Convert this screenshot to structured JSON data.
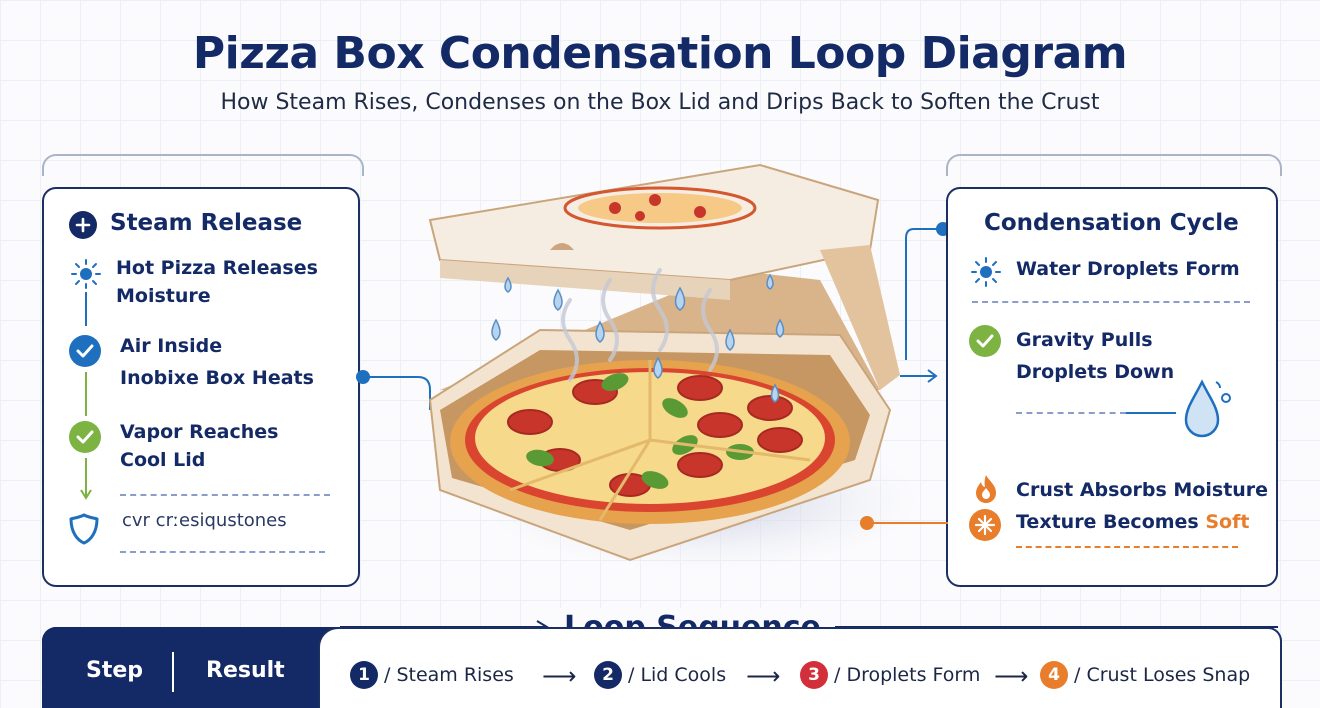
{
  "header": {
    "title": "Pizza Box Condensation Loop Diagram",
    "subtitle": "How Steam Rises, Condenses on the Box Lid and Drips Back to Soften the Crust"
  },
  "left_panel": {
    "title": "Steam Release",
    "items": [
      {
        "line1": "Hot Pizza Releases",
        "line2": "Moisture",
        "icon": "sun-icon"
      },
      {
        "line1": "Air Inside",
        "line2": "Inobixe Box Heats",
        "icon": "check-circle-icon"
      },
      {
        "line1": "Vapor Reaches",
        "line2": "Cool Lid",
        "icon": "check-circle-icon"
      },
      {
        "line1": "cvr crːesiqustones",
        "icon": "shield-icon"
      }
    ]
  },
  "right_panel": {
    "title": "Condensation Cycle",
    "items": [
      {
        "line1": "Water Droplets Form",
        "icon": "sun-icon"
      },
      {
        "line1": "Gravity Pulls",
        "line2": "Droplets Down",
        "icon": "check-circle-icon"
      },
      {
        "line1": "Crust Absorbs Moisture",
        "icon": "flame-icon"
      },
      {
        "line1_prefix": "Texture Becomes ",
        "line1_highlight": "Soft",
        "icon": "burst-icon"
      }
    ]
  },
  "sequence": {
    "heading": "Loop Sequence",
    "col_step": "Step",
    "col_result": "Result",
    "steps": [
      {
        "num": "1",
        "label": "/ Steam Rises",
        "color": "#142a66"
      },
      {
        "num": "2",
        "label": "/ Lid Cools",
        "color": "#142a66"
      },
      {
        "num": "3",
        "label": "/ Droplets Form",
        "color": "#d32f3a"
      },
      {
        "num": "4",
        "label": "/ Crust Loses Snap",
        "color": "#e87d2b"
      }
    ],
    "arrow": "⟶"
  },
  "colors": {
    "navy": "#142a66",
    "green": "#7cb342",
    "blue": "#1f6fbf",
    "orange": "#e87d2b",
    "red": "#d32f3a"
  }
}
